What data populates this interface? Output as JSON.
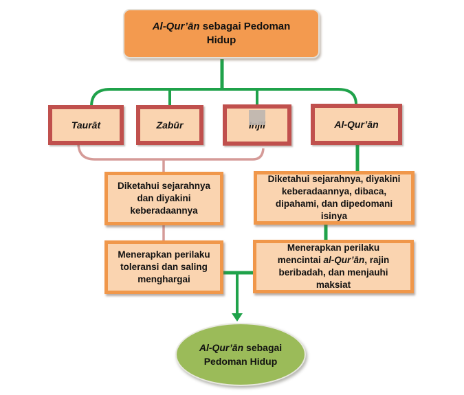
{
  "title": {
    "italic_part": "Al-Qur’ān",
    "rest": " sebagai Pedoman Hidup"
  },
  "books": [
    {
      "label": "Taurāt"
    },
    {
      "label": "Zabūr"
    },
    {
      "label": "Injīl"
    },
    {
      "label": "Al-Qur’ān"
    }
  ],
  "previous_books": {
    "description": "Diketahui sejarahnya dan diyakini keberadaannya",
    "behavior": "Menerapkan perilaku toleransi dan saling menghargai"
  },
  "quran": {
    "description": "Diketahui sejarahnya, diyakini keberadaannya, dibaca, dipahami, dan dipedomani isinya",
    "behavior_prefix": "Menerapkan perilaku mencintai ",
    "behavior_italic": "al-Qur’ān",
    "behavior_suffix": ", rajin beribadah, dan menjauhi maksiat"
  },
  "conclusion": {
    "italic_part": "Al-Qur’ān",
    "rest": " sebagai Pedoman Hidup"
  },
  "colors": {
    "title_fill": "#f39a4f",
    "book_fill": "#fad4b0",
    "book_border": "#c0504d",
    "desc_border": "#f0974a",
    "connector_green": "#1fa24a",
    "connector_pink": "#d59b98",
    "oval_fill": "#9bbb59"
  }
}
